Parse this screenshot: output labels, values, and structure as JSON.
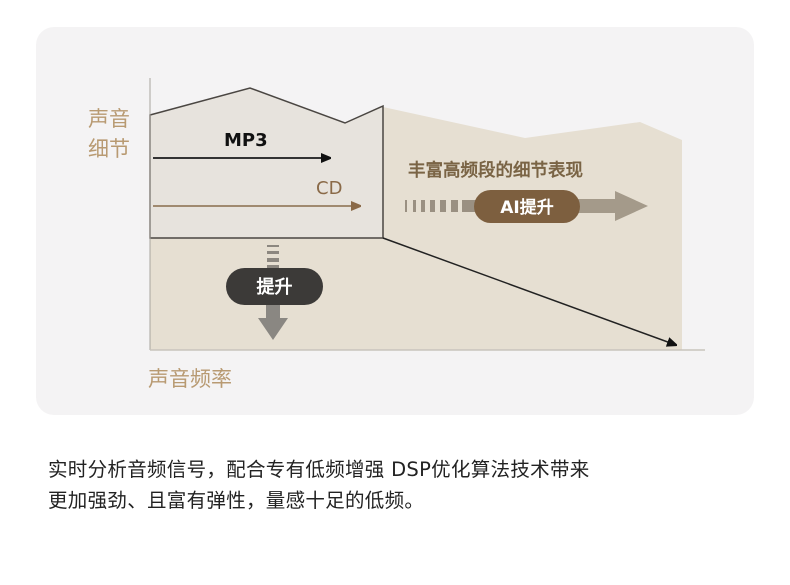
{
  "diagram": {
    "y_axis_label": [
      "声音",
      "细节"
    ],
    "x_axis_label": "声音频率",
    "mp3_label": "MP3",
    "cd_label": "CD",
    "high_freq_label": "丰富高频段的细节表现",
    "ai_button": "AI提升",
    "boost_button": "提升",
    "colors": {
      "accent_brown": "#7d5f3f",
      "label_tan": "#b89a72",
      "dark_pill": "#3c3a38"
    }
  },
  "caption": {
    "line1": "实时分析音频信号，配合专有低频增强 DSP优化算法技术带来",
    "line2": "更加强劲、且富有弹性，量感十足的低频。"
  }
}
